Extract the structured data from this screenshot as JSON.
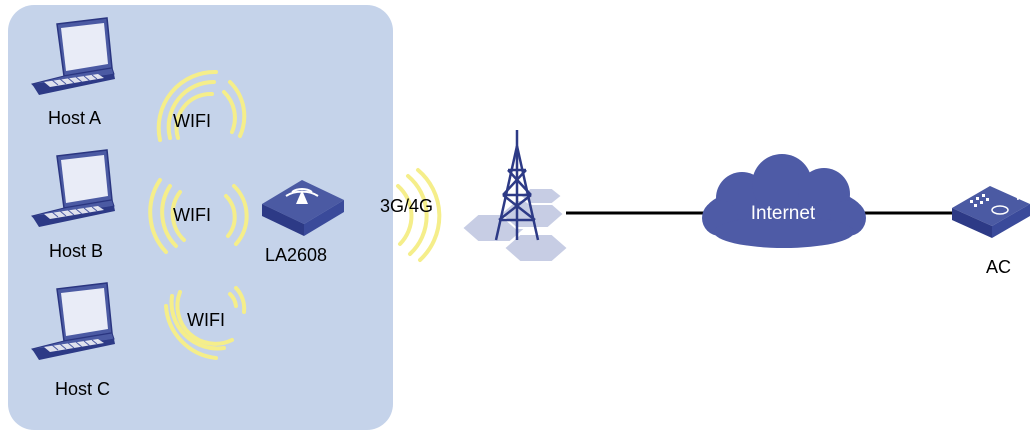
{
  "lan": {
    "hosts": [
      {
        "label": "Host A"
      },
      {
        "label": "Host B"
      },
      {
        "label": "Host C"
      }
    ],
    "wifi_labels": [
      "WIFI",
      "WIFI",
      "WIFI"
    ],
    "router_label": "LA2608"
  },
  "wan": {
    "link_label": "3G/4G",
    "cloud_label": "Internet",
    "controller_label": "AC"
  },
  "icons": [
    "laptop-icon",
    "wifi-router-icon",
    "cell-tower-icon",
    "cloud-icon",
    "access-controller-icon"
  ],
  "colors": {
    "lan_panel": "#c5d3ea",
    "device_blue": "#3a4a9a",
    "wifi_wave": "#f5ee8a",
    "cloud": "#4e5ba6",
    "hexagon": "#c7cde4",
    "link": "#000000"
  }
}
